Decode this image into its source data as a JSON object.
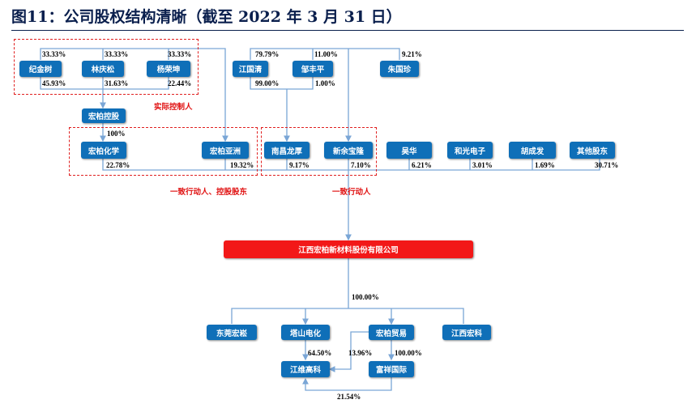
{
  "title": "图11：公司股权结构清晰（截至 2022 年 3 月 31 日）",
  "nodes": {
    "ji_jinshu": "纪金树",
    "lin_qingsong": "林庆松",
    "yang_rongkun": "杨荣坤",
    "jiang_guoqing": "江国清",
    "zou_fengping": "邹丰平",
    "zhu_guozhen": "朱国珍",
    "hongbai_konggu": "宏柏控股",
    "hongbai_huaxue": "宏柏化学",
    "hongbai_yazhou": "宏柏亚洲",
    "nanchang_longhou": "南昌龙厚",
    "xinyu_baolong": "新余宝隆",
    "wu_hua": "吴华",
    "heguang_dianzi": "和光电子",
    "hu_chengfa": "胡成发",
    "qita_gudong": "其他股东",
    "company": "江西宏柏新材料股份有限公司",
    "dongguan_hongsong": "东莞宏崧",
    "tashan_dianhua": "塔山电化",
    "hongbai_maoyi": "宏柏贸易",
    "jiangxi_hongke": "江西宏科",
    "jiangwei_gaoke": "江维高科",
    "fuxiang_guoji": "富祥国际"
  },
  "labels": {
    "actual_controller": "实际控制人",
    "concert_controlling": "一致行动人、控股股东",
    "concert": "一致行动人"
  },
  "percentages": {
    "ji_top": "33.33%",
    "lin_top": "33.33%",
    "yang_top": "33.33%",
    "ji_bottom": "45.93%",
    "lin_bottom": "31.63%",
    "yang_bottom": "22.44%",
    "jiang_top": "79.79%",
    "zou_top": "11.00%",
    "zhu_top": "9.21%",
    "jiang_bottom": "99.00%",
    "zou_bottom": "1.00%",
    "konggu_to_huaxue": "100%",
    "huaxue": "22.78%",
    "yazhou": "19.32%",
    "longhou": "9.17%",
    "baolong": "7.10%",
    "wuhua": "6.21%",
    "heguang": "3.01%",
    "hucheng": "1.69%",
    "qita": "30.71%",
    "company_sub": "100.00%",
    "tashan_to_jiangwei": "64.50%",
    "maoyi_to_jiangwei": "13.96%",
    "maoyi_to_fuxiang": "100.00%",
    "fuxiang_to_jiangwei": "21.54%"
  },
  "colors": {
    "node_blue": "#0f6fb8",
    "company_red": "#f21818",
    "dash_red": "#e02020",
    "line_blue": "#7aa6d6"
  }
}
